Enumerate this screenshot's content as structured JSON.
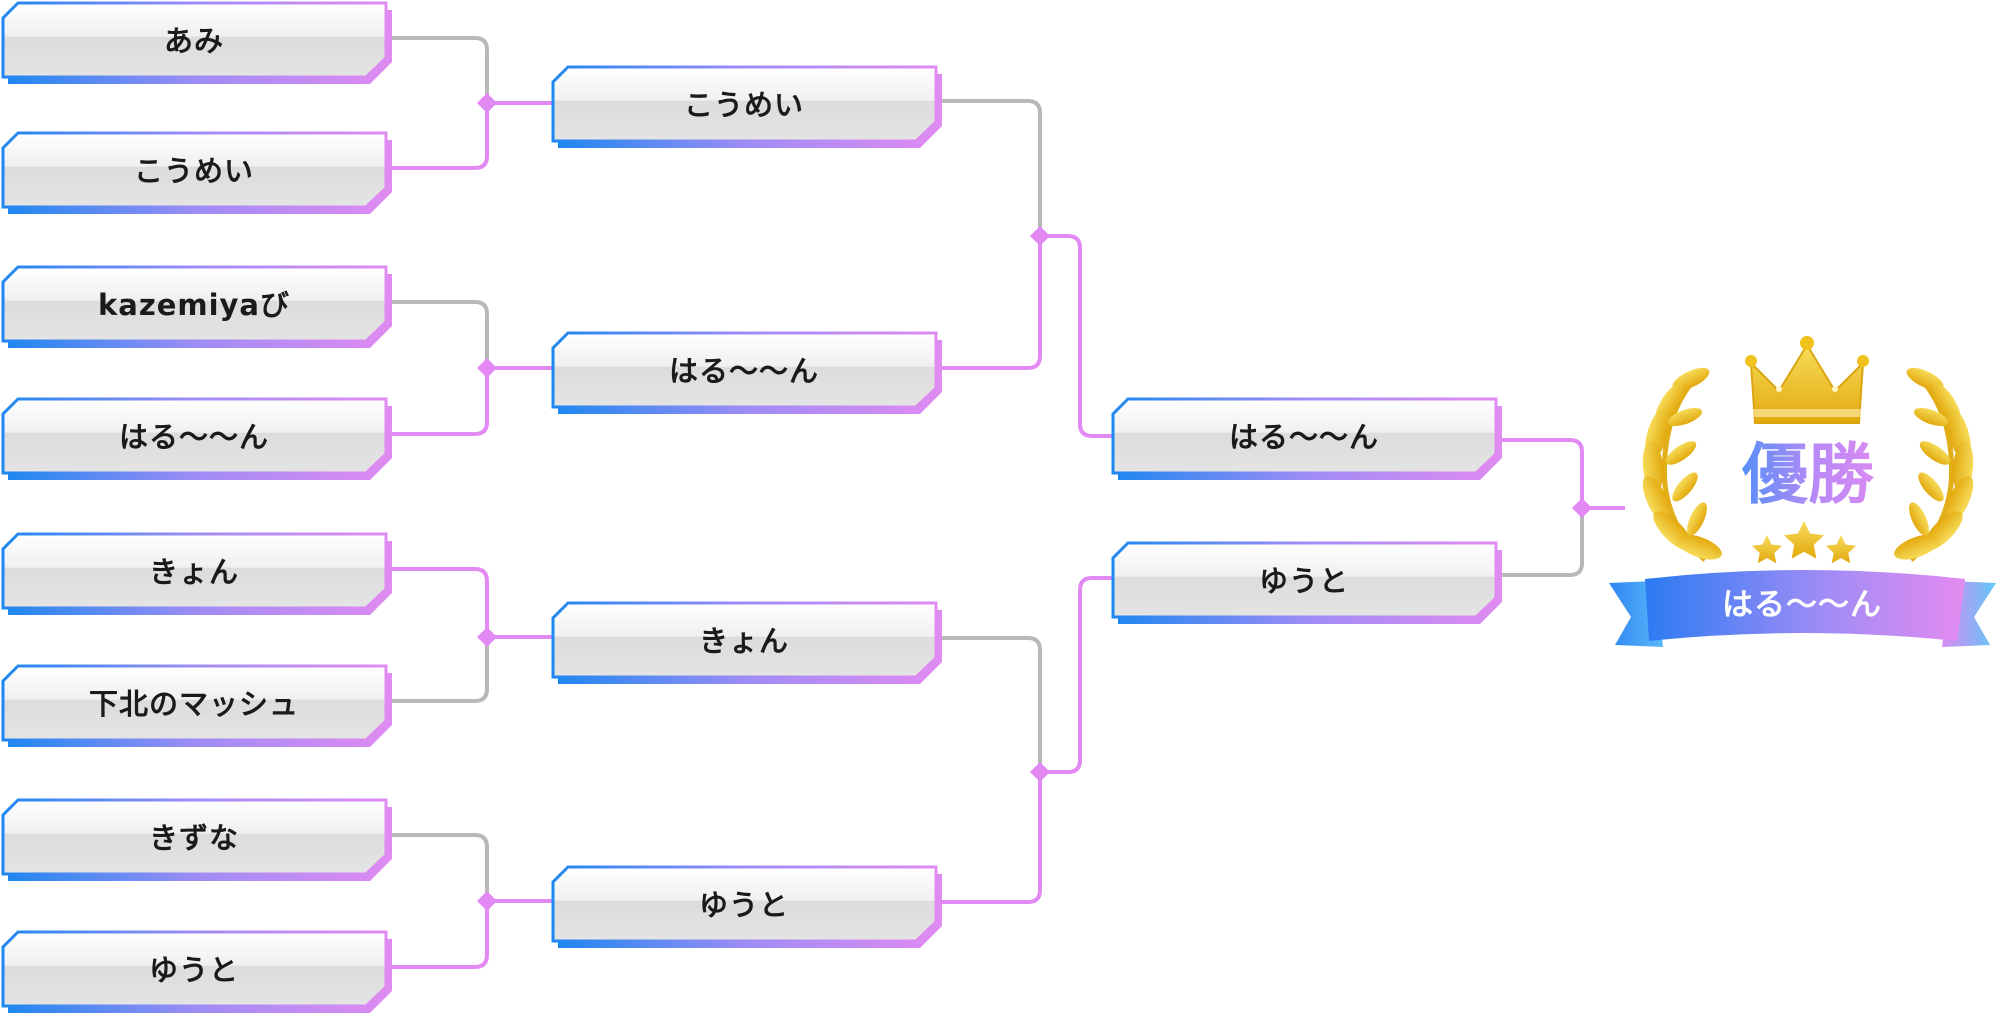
{
  "colors": {
    "winner_line": "#e389f3",
    "loser_line": "#b8b8b8",
    "accent_blue": "#1e88f0",
    "accent_pink": "#d98af2",
    "gold": "#f1c21c"
  },
  "bracket": {
    "round1": [
      "あみ",
      "こうめい",
      "kazemiyaび",
      "はる〜〜ん",
      "きょん",
      "下北のマッシュ",
      "きずな",
      "ゆうと"
    ],
    "round2": [
      "こうめい",
      "はる〜〜ん",
      "きょん",
      "ゆうと"
    ],
    "semifinal": [
      "はる〜〜ん",
      "ゆうと"
    ]
  },
  "champion": {
    "title": "優勝",
    "name": "はる〜〜ん",
    "icons": [
      "crown-icon",
      "laurel-left-icon",
      "laurel-right-icon",
      "star-icon",
      "ribbon-icon"
    ]
  }
}
